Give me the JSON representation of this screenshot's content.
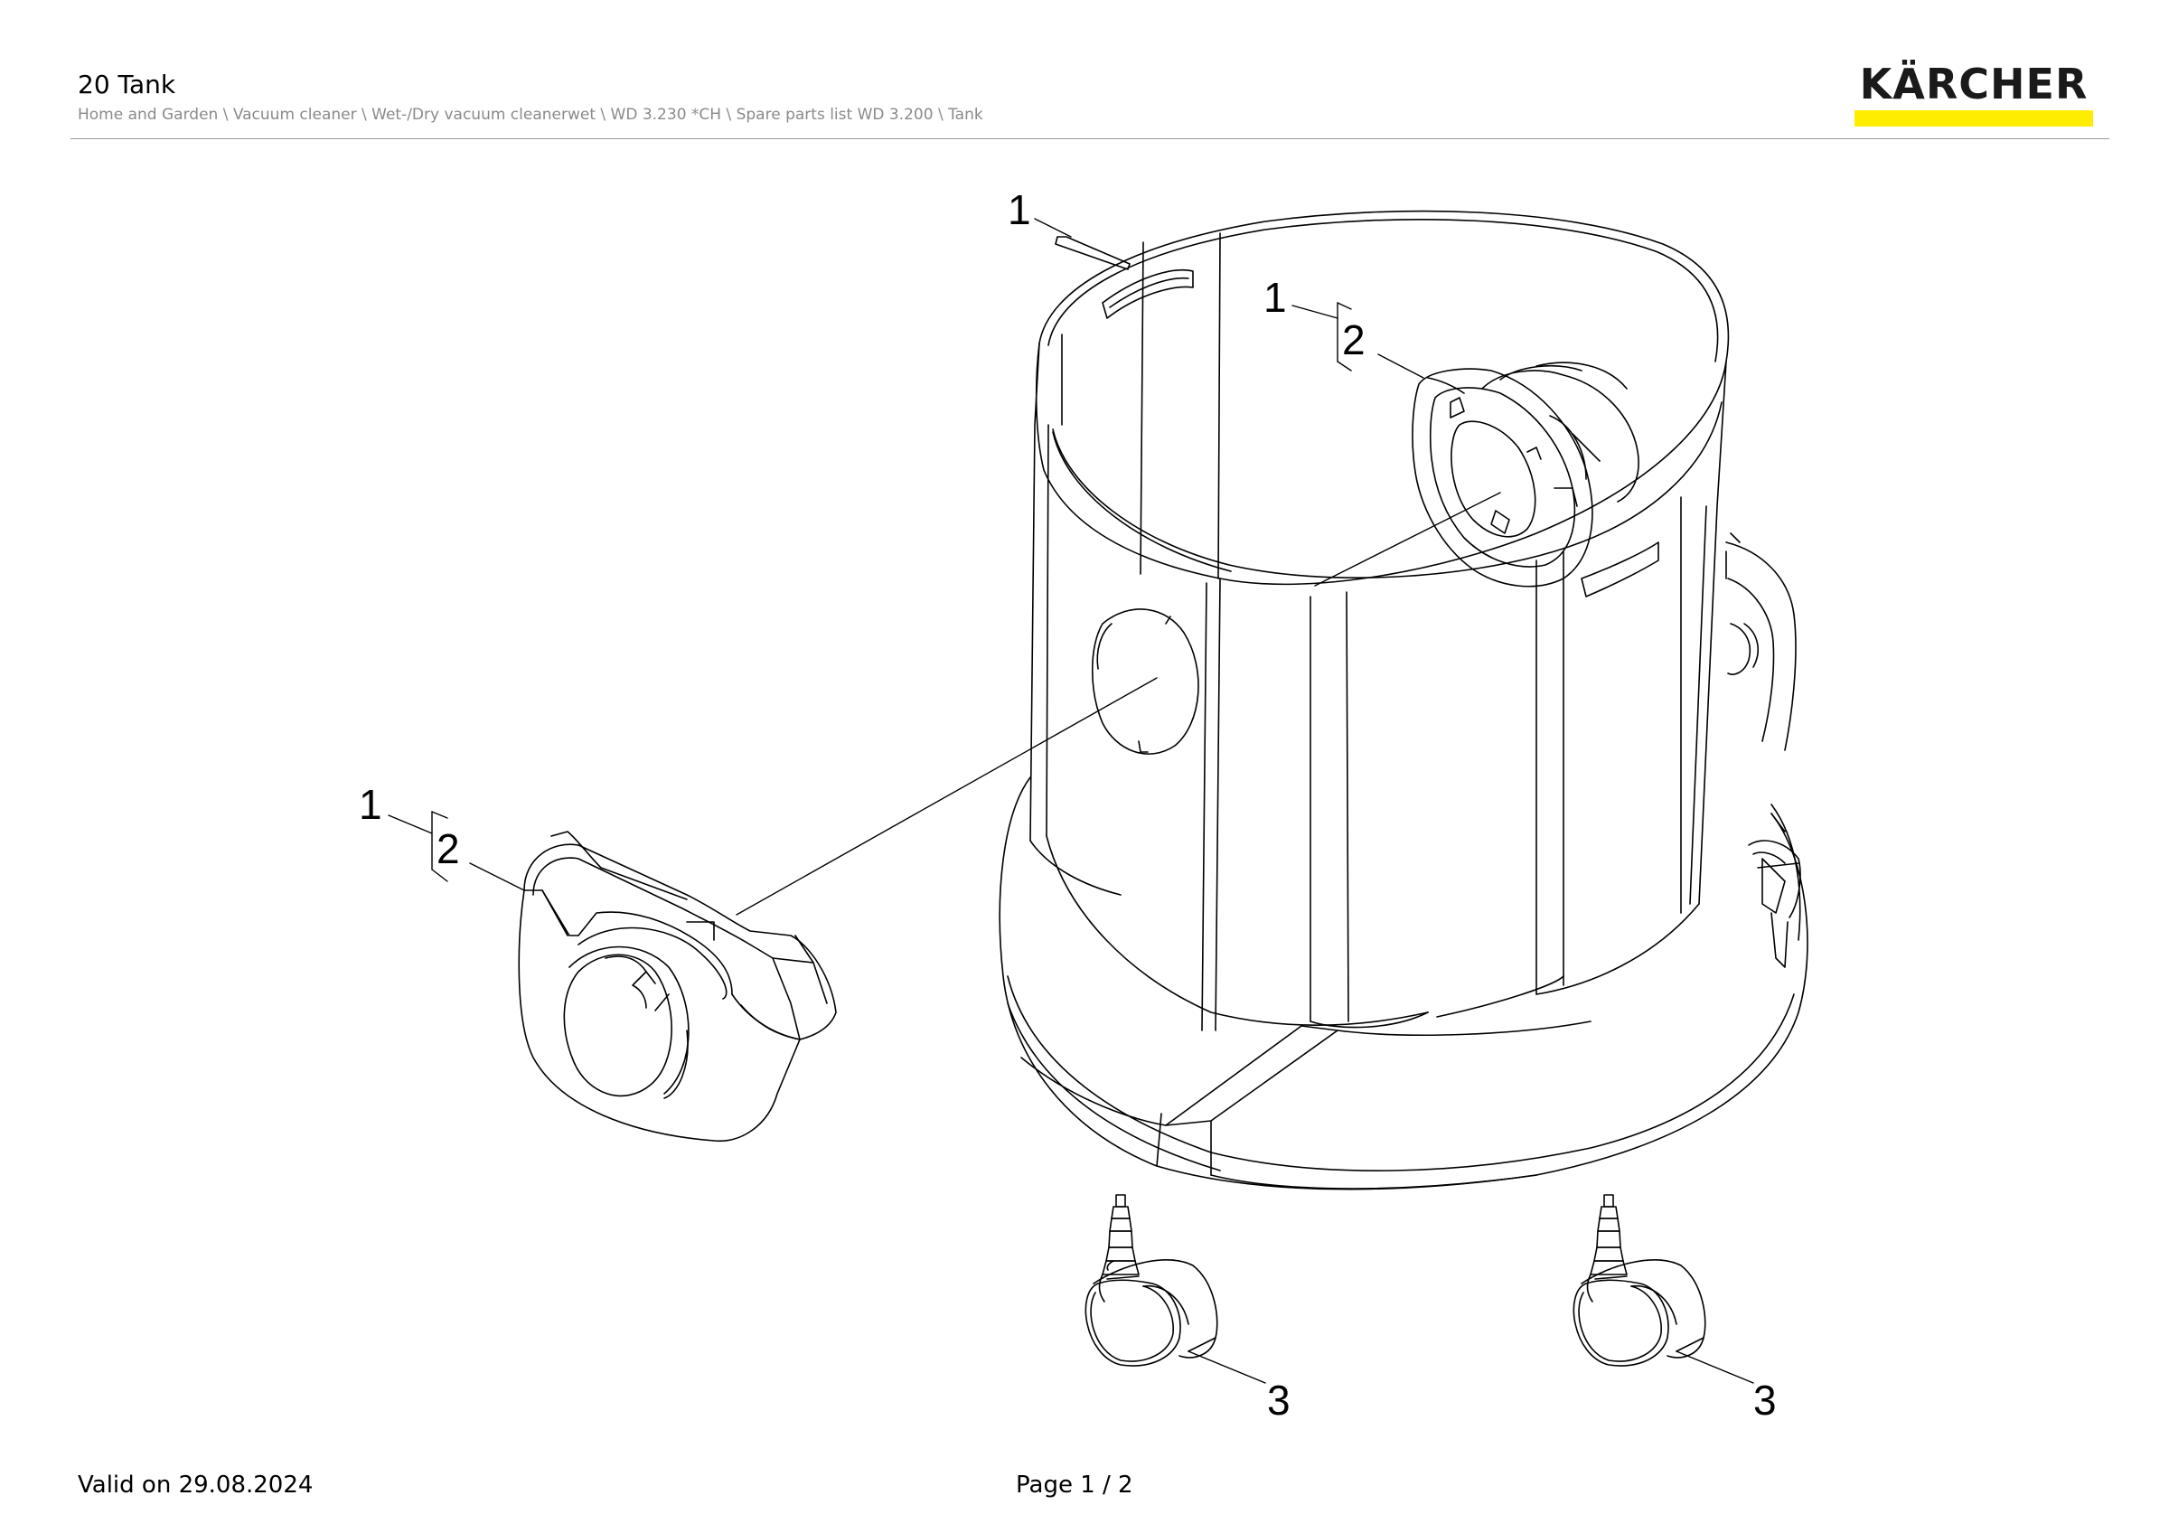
{
  "header": {
    "title": "20 Tank",
    "breadcrumb": "Home and Garden \\ Vacuum cleaner \\ Wet-/Dry vacuum cleanerwet \\ WD 3.230 *CH \\ Spare parts list WD 3.200 \\ Tank"
  },
  "logo": {
    "text": "KÄRCHER",
    "bar_color": "#ffed00"
  },
  "drawing": {
    "labels": {
      "top_tab_1": "1",
      "inner_1": "1",
      "inner_2": "2",
      "front_1": "1",
      "front_2": "2",
      "caster_left_3": "3",
      "caster_right_3": "3"
    }
  },
  "footer": {
    "valid": "Valid on 29.08.2024",
    "page": "Page 1 / 2"
  }
}
